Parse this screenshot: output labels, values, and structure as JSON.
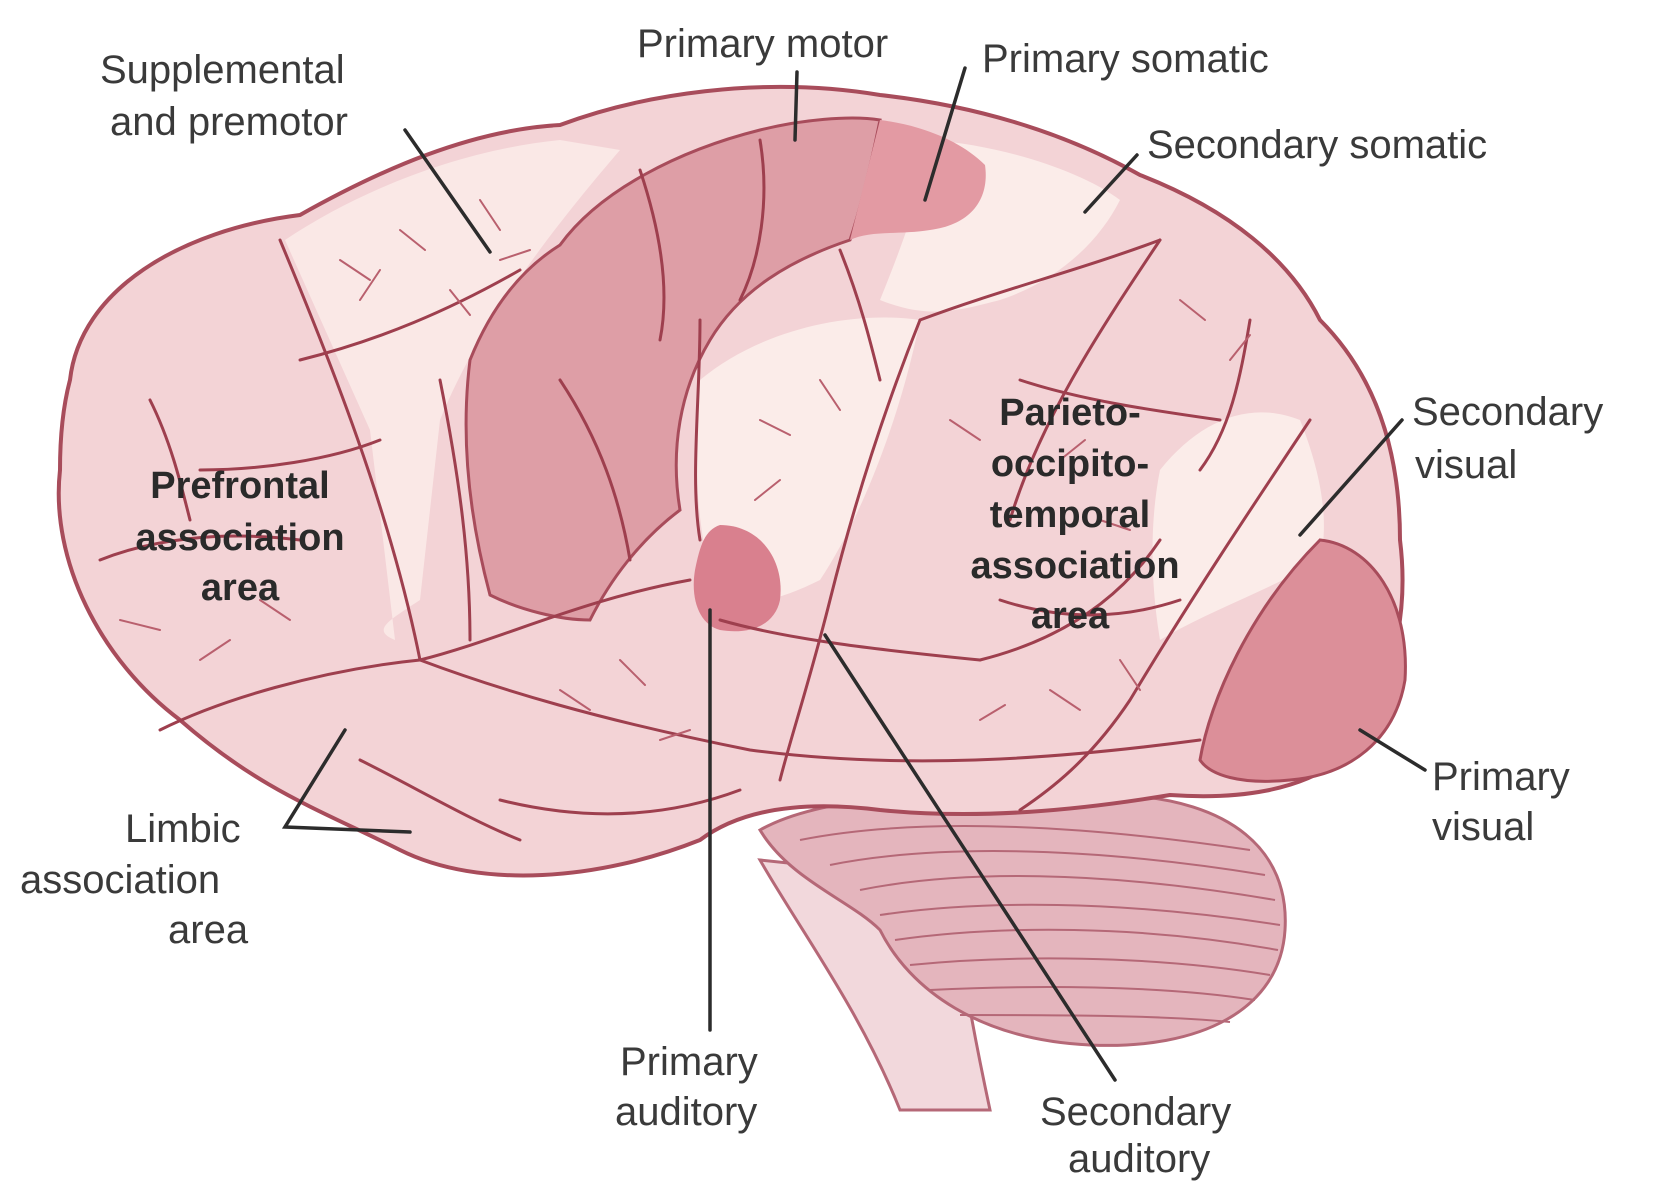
{
  "labels": {
    "supplemental_line1": "Supplemental",
    "supplemental_line2": "and premotor",
    "primary_motor": "Primary motor",
    "primary_somatic": "Primary somatic",
    "secondary_somatic": "Secondary somatic",
    "prefrontal_line1": "Prefrontal",
    "prefrontal_line2": "association",
    "prefrontal_line3": "area",
    "parieto_line1": "Parieto-",
    "parieto_line2": "occipito-",
    "parieto_line3": "temporal",
    "parieto_line4": "association",
    "parieto_line5": "area",
    "secondary_visual_line1": "Secondary",
    "secondary_visual_line2": "visual",
    "primary_visual_line1": "Primary",
    "primary_visual_line2": "visual",
    "limbic_line1": "Limbic",
    "limbic_line2": "association",
    "limbic_line3": "area",
    "primary_auditory_line1": "Primary",
    "primary_auditory_line2": "auditory",
    "secondary_auditory_line1": "Secondary",
    "secondary_auditory_line2": "auditory"
  },
  "colors": {
    "cortex_base": "#f3d3d6",
    "cortex_light": "#fae8e6",
    "motor_band": "#de9ea6",
    "primary_somatic_patch": "#e39aa3",
    "primary_visual_patch": "#dc8f99",
    "primary_auditory_patch": "#d9808e",
    "cerebellum": "#e2b2ba",
    "sulcus_line": "#9e3f4e",
    "label_text": "#3a3a3a"
  }
}
